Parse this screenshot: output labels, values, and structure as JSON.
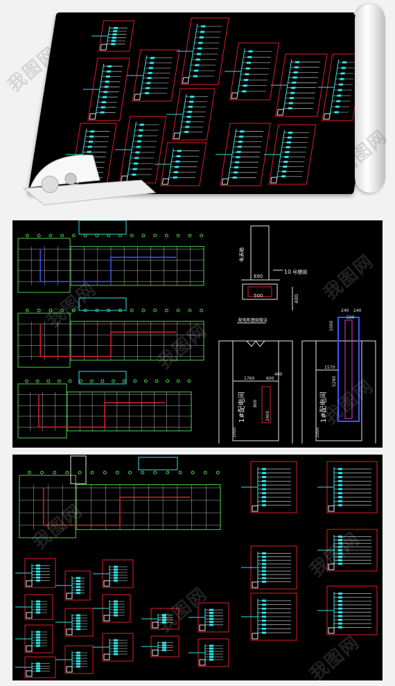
{
  "watermark": "我图网",
  "middle_panel": {
    "label_rect": "电表箱",
    "label_number": "10",
    "label_rebar": "号槽钢",
    "section_label": "配电柜基础做法",
    "section_left_room": "1#配电间",
    "section_right_room": "1#配电间",
    "dims": {
      "d690": "690",
      "d500": "500",
      "d400": "400",
      "d240a": "240",
      "d240b": "240",
      "d500b": "500",
      "d1760": "1760",
      "d600": "600",
      "d400b": "400",
      "d1570": "1570",
      "d5290": "5290",
      "d1000a": "1000",
      "d1000b": "1000",
      "d1000c": "1000",
      "d800": "800",
      "d2400": "2400"
    }
  },
  "colors": {
    "bg": "#000000",
    "red": "#e0202a",
    "cyan": "#2ee6e6",
    "green": "#4cd24c",
    "white": "#e8e8e8",
    "blue": "#3a56ff",
    "magenta": "#e040e0"
  }
}
